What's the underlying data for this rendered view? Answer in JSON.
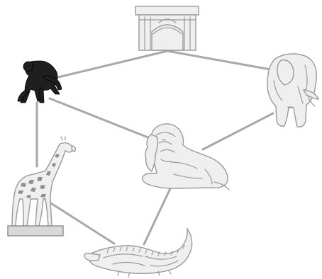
{
  "diagram": {
    "nodes": [
      {
        "id": "gate",
        "icon": "gate-icon"
      },
      {
        "id": "chimpanzee",
        "icon": "chimpanzee-icon"
      },
      {
        "id": "elephant",
        "icon": "elephant-icon"
      },
      {
        "id": "lion",
        "icon": "lion-icon"
      },
      {
        "id": "giraffe",
        "icon": "giraffe-icon"
      },
      {
        "id": "crocodile",
        "icon": "crocodile-icon"
      }
    ],
    "edges": [
      {
        "from": "gate",
        "to": "chimpanzee"
      },
      {
        "from": "gate",
        "to": "elephant"
      },
      {
        "from": "chimpanzee",
        "to": "giraffe"
      },
      {
        "from": "chimpanzee",
        "to": "lion"
      },
      {
        "from": "elephant",
        "to": "lion"
      },
      {
        "from": "giraffe",
        "to": "crocodile"
      },
      {
        "from": "lion",
        "to": "crocodile"
      }
    ],
    "colors": {
      "edge": "#a8a8a8",
      "icon_light": "#efefef",
      "icon_dark": "#1f1f1f"
    }
  }
}
